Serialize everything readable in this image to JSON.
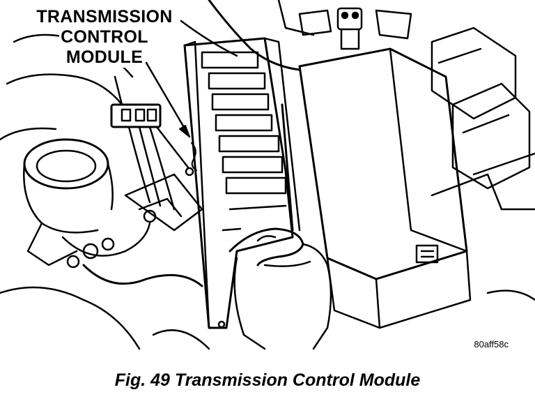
{
  "callout": {
    "line1": "TRANSMISSION",
    "line2": "CONTROL",
    "line3": "MODULE"
  },
  "figure_code": "80aff58c",
  "caption": "Fig. 49 Transmission Control Module"
}
